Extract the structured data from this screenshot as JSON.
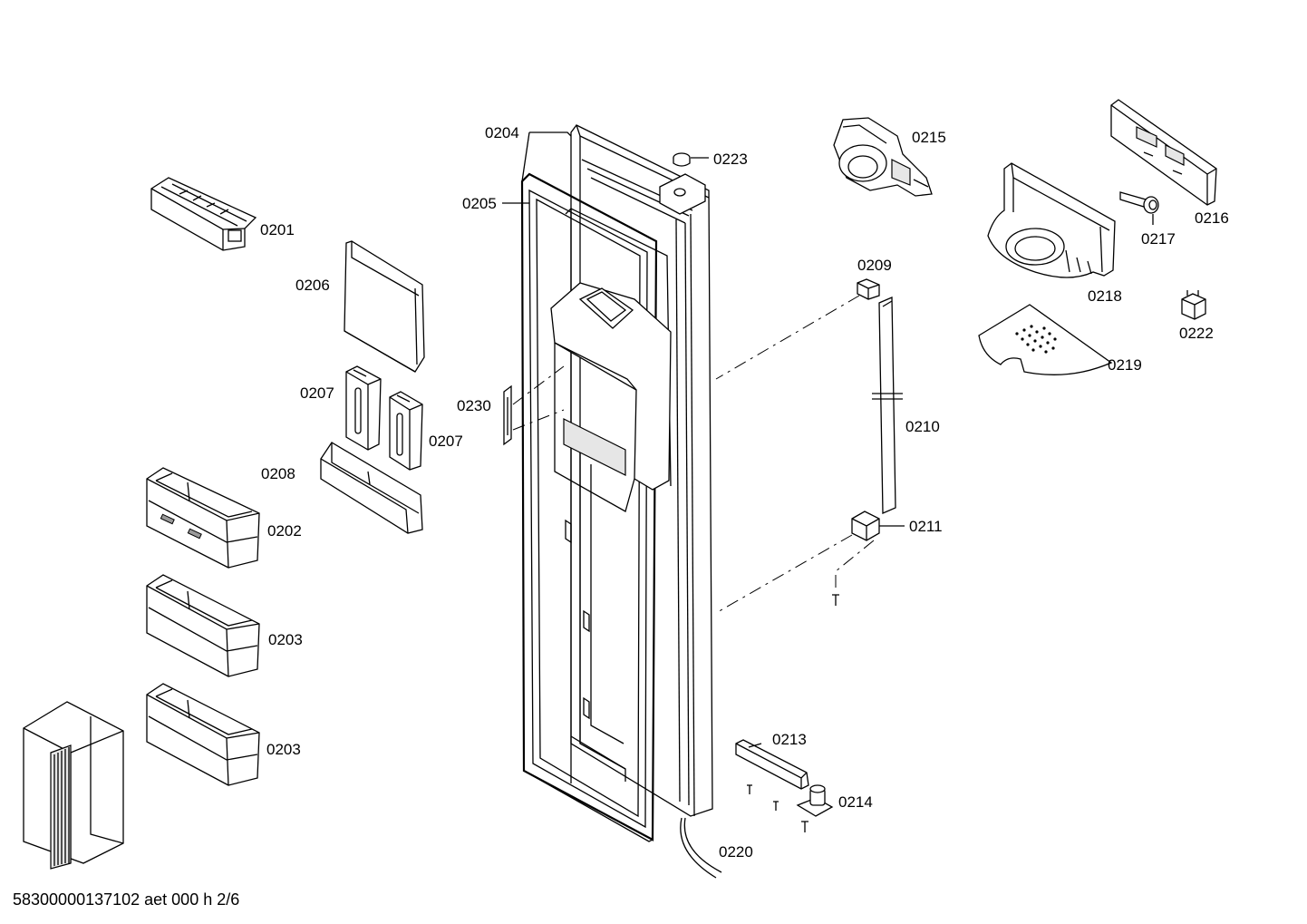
{
  "labels": {
    "p0201": "0201",
    "p0202": "0202",
    "p0203a": "0203",
    "p0203b": "0203",
    "p0204": "0204",
    "p0205": "0205",
    "p0206": "0206",
    "p0207a": "0207",
    "p0207b": "0207",
    "p0208": "0208",
    "p0209": "0209",
    "p0210": "0210",
    "p0211": "0211",
    "p0213": "0213",
    "p0214": "0214",
    "p0215": "0215",
    "p0216": "0216",
    "p0217": "0217",
    "p0218": "0218",
    "p0219": "0219",
    "p0220": "0220",
    "p0222": "0222",
    "p0223": "0223",
    "p0230": "0230"
  },
  "footer": "58300000137102 aet 000 h 2/6"
}
